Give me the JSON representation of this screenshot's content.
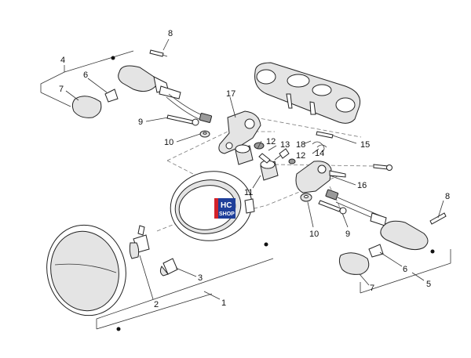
{
  "callouts": {
    "c1": "1",
    "c2": "2",
    "c3": "3",
    "c4_left": "4",
    "c5_right": "5",
    "c6_left": "6",
    "c6_right": "6",
    "c7_left": "7",
    "c7_right": "7",
    "c8_left": "8",
    "c8_right": "8",
    "c9_left": "9",
    "c9_right": "9",
    "c10_left": "10",
    "c10_right": "10",
    "c11": "11",
    "c12_a": "12",
    "c12_b": "12",
    "c13": "13",
    "c14": "14",
    "c15": "15",
    "c16": "16",
    "c17": "17",
    "c18": "18"
  },
  "logo": {
    "line1": "HC",
    "line2": "SHOP",
    "colors": {
      "red": "#d3222a",
      "blue": "#1f3f9a"
    }
  },
  "colors": {
    "line": "#222222",
    "background": "#ffffff"
  }
}
